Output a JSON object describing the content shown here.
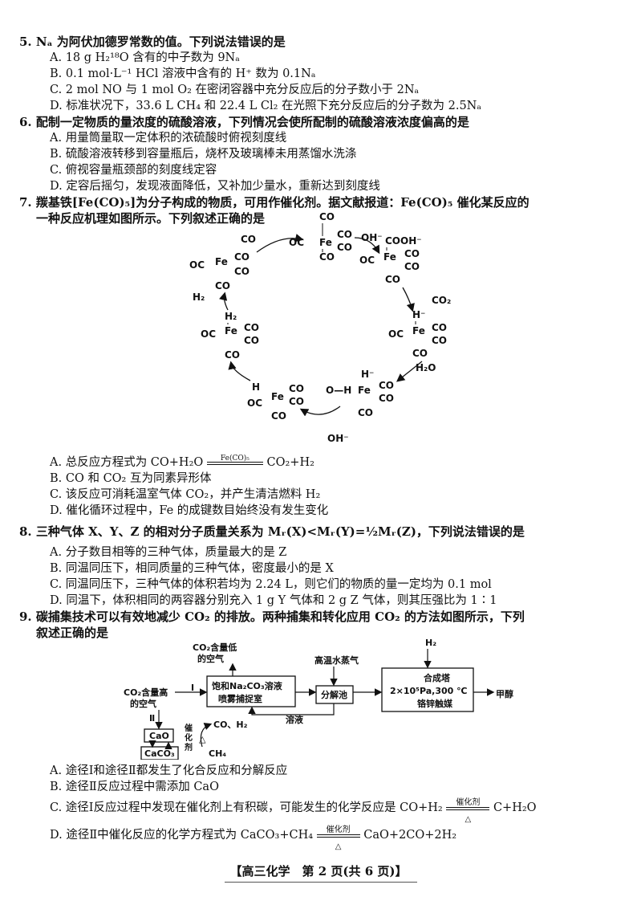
{
  "q5": {
    "stem": "5. Nₐ 为阿伏加德罗常数的值。下列说法错误的是",
    "A": "A. 18 g H₂¹⁸O 含有的中子数为 9Nₐ",
    "B": "B. 0.1 mol·L⁻¹ HCl 溶液中含有的 H⁺ 数为 0.1Nₐ",
    "C": "C. 2 mol NO 与 1 mol O₂ 在密闭容器中充分反应后的分子数小于 2Nₐ",
    "D": "D. 标准状况下，33.6 L CH₄ 和 22.4 L Cl₂ 在光照下充分反应后的分子数为 2.5Nₐ"
  },
  "q6": {
    "stem": "6. 配制一定物质的量浓度的硫酸溶液，下列情况会使所配制的硫酸溶液浓度偏高的是",
    "A": "A. 用量筒量取一定体积的浓硫酸时俯视刻度线",
    "B": "B. 硫酸溶液转移到容量瓶后，烧杯及玻璃棒未用蒸馏水洗涤",
    "C": "C. 俯视容量瓶颈部的刻度线定容",
    "D": "D. 定容后摇匀，发现液面降低，又补加少量水，重新达到刻度线"
  },
  "q7": {
    "stem1": "7. 羰基铁[Fe(CO)₅]为分子构成的物质，可用作催化剂。据文献报道：Fe(CO)₅ 催化某反应的",
    "stem2": "一种反应机理如图所示。下列叙述正确的是",
    "A_pre": "A. 总反应方程式为 CO+H₂O",
    "A_cat": "Fe(CO)₅",
    "A_post": "CO₂+H₂",
    "B": "B. CO 和 CO₂ 互为同素异形体",
    "C": "C. 该反应可消耗温室气体 CO₂，并产生清洁燃料 H₂",
    "D": "D. 催化循环过程中，Fe 的成键数目始终没有发生变化",
    "diagram": {
      "fe": "Fe",
      "co": "CO",
      "oc": "OC",
      "oh": "OH⁻",
      "cooh": "COOH⁻",
      "co2": "CO₂",
      "h_minus": "H⁻",
      "h2o": "H₂O",
      "h2": "H₂",
      "h": "H",
      "oh_bond": "O—H",
      "oh_minus": "OH⁻"
    }
  },
  "q8": {
    "stem": "8. 三种气体 X、Y、Z 的相对分子质量关系为 Mᵣ(X)<Mᵣ(Y)=½Mᵣ(Z)，下列说法错误的是",
    "A": "A. 分子数目相等的三种气体，质量最大的是 Z",
    "B": "B. 同温同压下，相同质量的三种气体，密度最小的是 X",
    "C": "C. 同温同压下，三种气体的体积若均为 2.24 L，则它们的物质的量一定均为 0.1 mol",
    "D": "D. 同温下，体积相同的两容器分别充入 1 g Y 气体和 2 g Z 气体，则其压强比为 1∶1"
  },
  "q9": {
    "stem1": "9. 碳捕集技术可以有效地减少 CO₂ 的排放。两种捕集和转化应用 CO₂ 的方法如图所示，下列",
    "stem2": "叙述正确的是",
    "A": "A. 途径Ⅰ和途径Ⅱ都发生了化合反应和分解反应",
    "B": "B. 途径Ⅱ反应过程中需添加 CaO",
    "C_pre": "C. 途径Ⅰ反应过程中发现在催化剂上有积碳，可能发生的化学反应是 CO+H₂",
    "C_post": "C+H₂O",
    "D_pre": "D. 途径Ⅱ中催化反应的化学方程式为 CaCO₃+CH₄",
    "D_post": "CaO+2CO+2H₂",
    "cat": "催化剂",
    "heat": "△",
    "flow": {
      "low_air1": "CO₂含量低",
      "low_air2": "的空气",
      "high_air1": "CO₂含量高",
      "high_air2": "的空气",
      "route1": "Ⅰ",
      "route2": "Ⅱ",
      "capture1": "饱和Na₂CO₃溶液",
      "capture2": "喷雾捕捉室",
      "decomp": "分解池",
      "steam": "高温水蒸气",
      "solution": "溶液",
      "h2": "H₂",
      "tower1": "合成塔",
      "tower2": "2×10⁵Pa,300 ℃",
      "tower3": "铬锌触媒",
      "methanol": "甲醇",
      "cao": "CaO",
      "caco3": "CaCO₃",
      "co_h2": "CO、H₂",
      "ch4": "CH₄",
      "cat_v": "催化剂",
      "heat": "△"
    }
  },
  "footer": "【高三化学　第 2 页(共 6 页)】"
}
